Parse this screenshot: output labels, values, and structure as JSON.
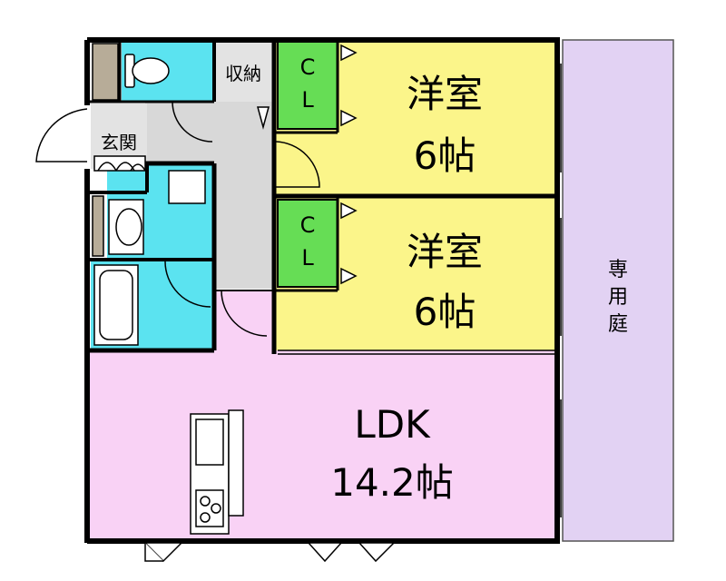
{
  "rooms": {
    "western1": {
      "name": "洋室",
      "size": "6帖"
    },
    "western2": {
      "name": "洋室",
      "size": "6帖"
    },
    "ldk": {
      "name": "LDK",
      "size": "14.2帖"
    },
    "closet1": {
      "c": "C",
      "l": "L"
    },
    "closet2": {
      "c": "C",
      "l": "L"
    },
    "storage": "収納",
    "entrance": "玄関",
    "garden": [
      "専",
      "用",
      "庭"
    ]
  },
  "colors": {
    "western": "#FBF58A",
    "ldk": "#F9D2F5",
    "water": "#5BE3F0",
    "closet": "#66DD55",
    "garden": "#E2D2F3",
    "hall": "#D8D8D8",
    "wall": "#000000",
    "shoebox": "#B7AC98"
  }
}
